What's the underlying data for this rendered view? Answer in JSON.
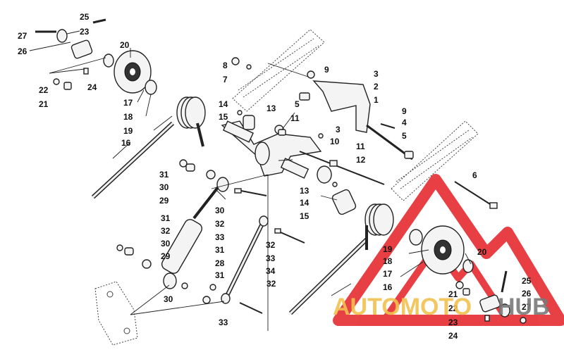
{
  "watermark": {
    "brand_part1": "AUTOMOTO",
    "brand_part2": "HUB",
    "color_red": "#e31e24",
    "color_gold": "#f2c14e",
    "color_gray": "#7a7a7a"
  },
  "callouts": {
    "c25a": "25",
    "c27a": "27",
    "c23a": "23",
    "c26a": "26",
    "c20a": "20",
    "c24a": "24",
    "c22a": "22",
    "c21a": "21",
    "c17a": "17",
    "c18a": "18",
    "c19a": "19",
    "c16a": "16",
    "c8": "8",
    "c7": "7",
    "c9a": "9",
    "c3a": "3",
    "c2": "2",
    "c1": "1",
    "c5a": "5",
    "c9b": "9",
    "c14a": "14",
    "c13a": "13",
    "c15a": "15",
    "c11a": "11",
    "c3b": "3",
    "c10": "10",
    "c4": "4",
    "c5b": "5",
    "c11b": "11",
    "c12": "12",
    "c6": "6",
    "c31a": "31",
    "c30a": "30",
    "c29a": "29",
    "c13b": "13",
    "c14b": "14",
    "c15b": "15",
    "c30b": "30",
    "c32a": "32",
    "c33a": "33",
    "c31b": "31",
    "c31c": "31",
    "c32b": "32",
    "c30c": "30",
    "c29b": "29",
    "c28": "28",
    "c34": "34",
    "c32c": "32",
    "c33b": "33",
    "c31d": "31",
    "c30d": "30",
    "c32d": "32",
    "c33c": "33",
    "c19b": "19",
    "c18b": "18",
    "c17b": "17",
    "c20b": "20",
    "c16b": "16",
    "c25b": "25",
    "c26b": "26",
    "c21b": "21",
    "c27b": "27",
    "c22b": "22",
    "c23b": "23",
    "c24b": "24"
  }
}
